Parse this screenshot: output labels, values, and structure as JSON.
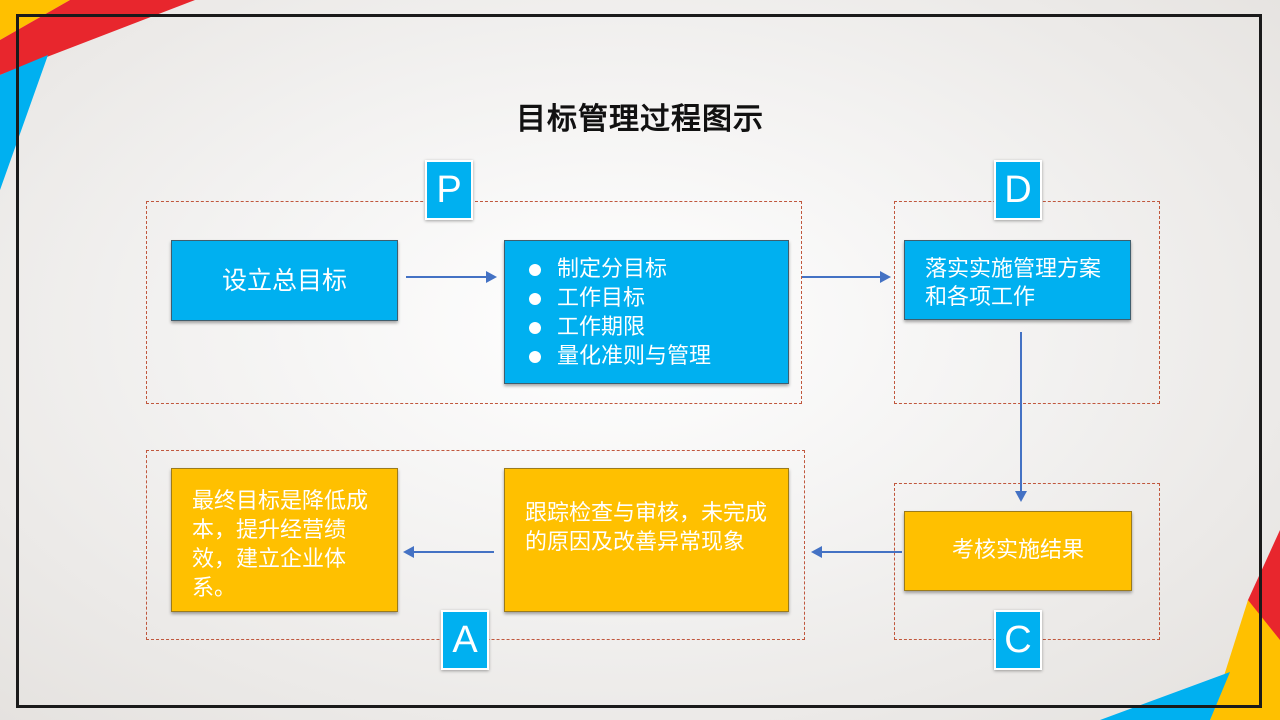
{
  "title": "目标管理过程图示",
  "colors": {
    "blue": "#00b0f0",
    "yellow": "#ffc000",
    "arrow": "#4472c4",
    "dashed_border": "#c0573d"
  },
  "phases": {
    "p": "P",
    "d": "D",
    "c": "C",
    "a": "A"
  },
  "boxes": {
    "set_goal": "设立总目标",
    "sub_goals": [
      "制定分目标",
      "工作目标",
      "工作期限",
      "量化准则与管理"
    ],
    "implement": "落实实施管理方案和各项工作",
    "assess": "考核实施结果",
    "track": "跟踪检查与审核，未完成的原因及改善异常现象",
    "final": "最终目标是降低成本，提升经营绩效，建立企业体系。"
  }
}
